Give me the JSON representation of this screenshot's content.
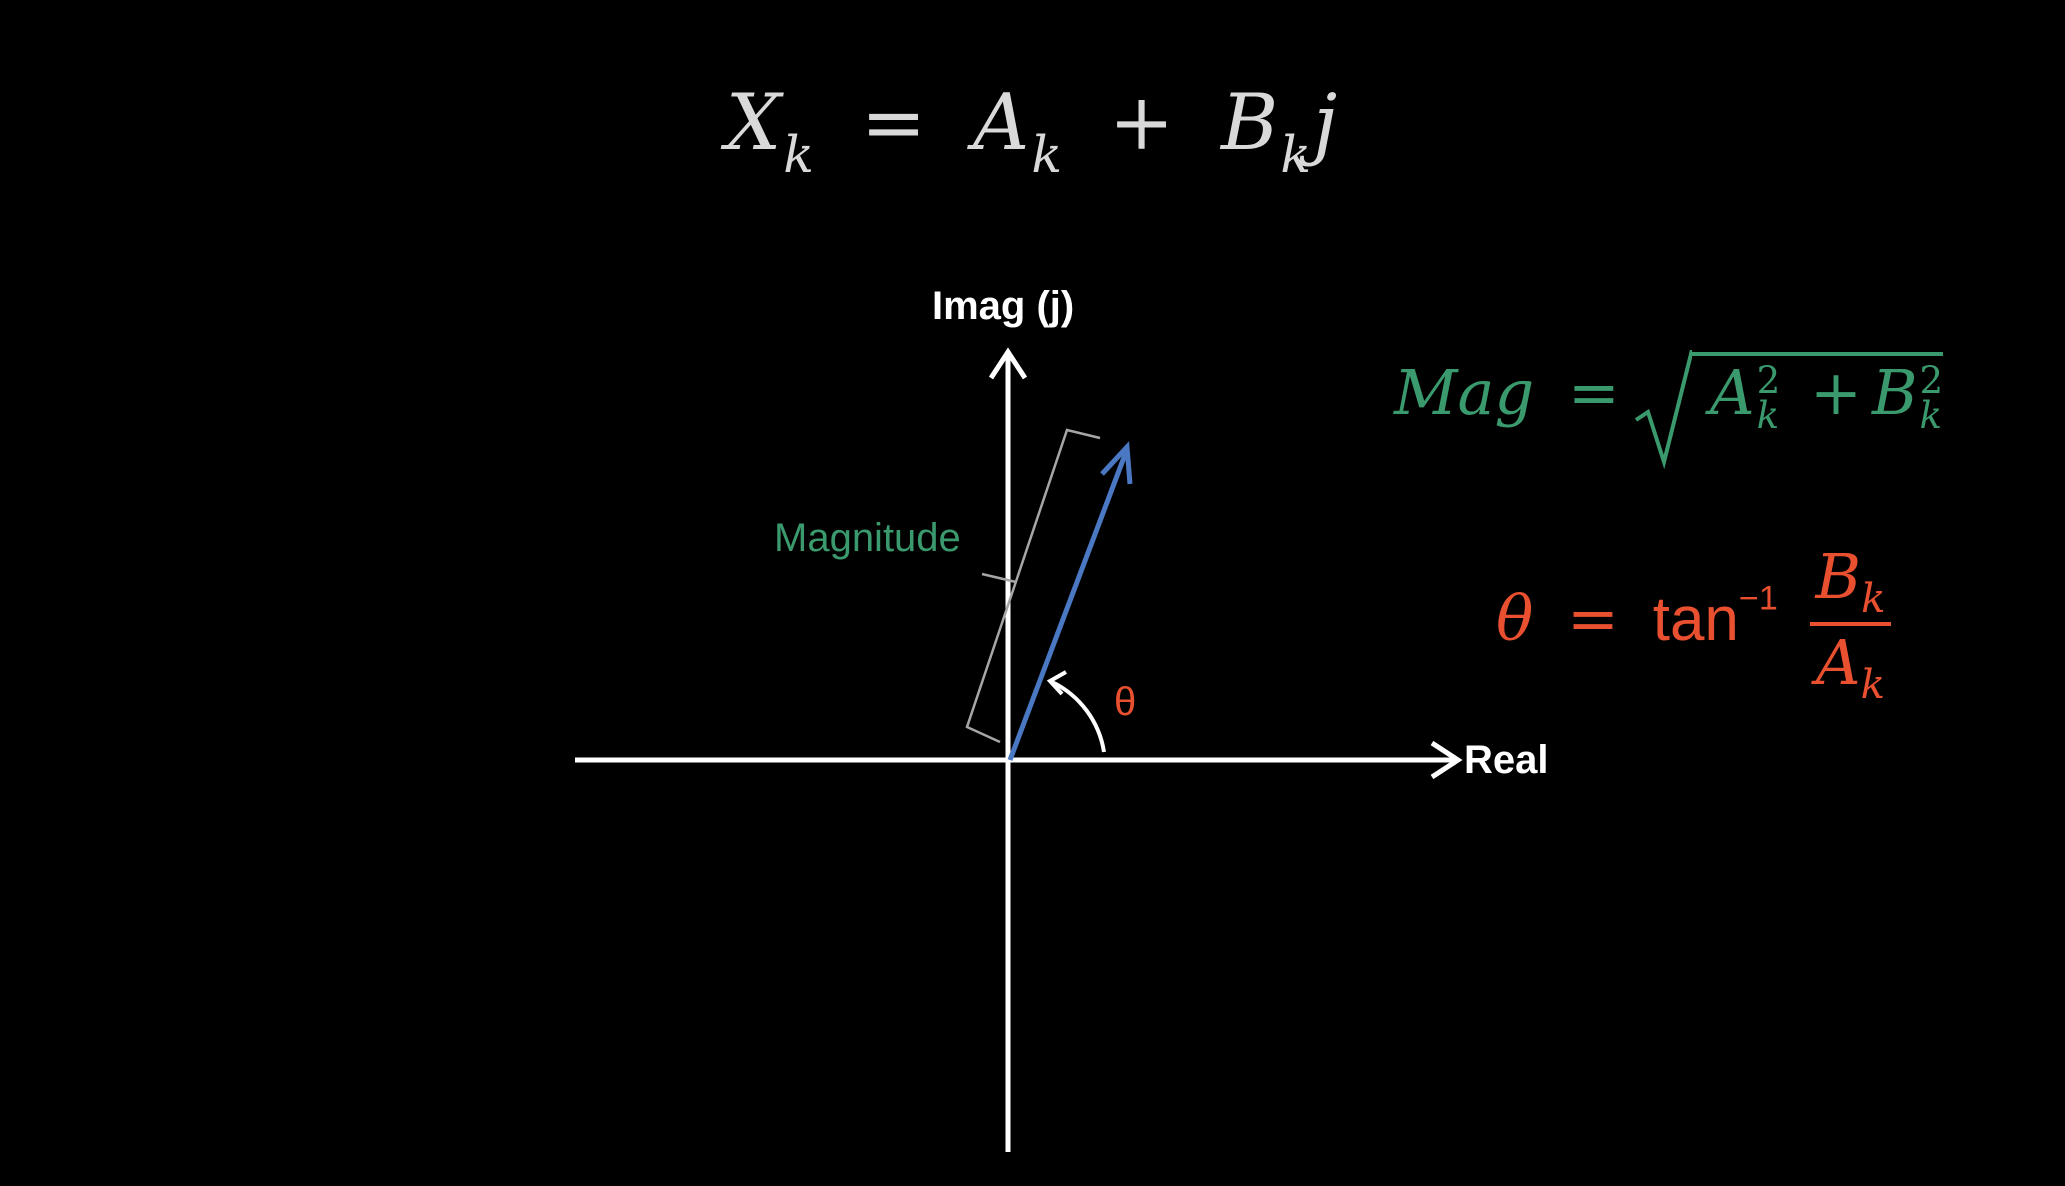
{
  "top_equation": {
    "lhs": "X",
    "lhs_sub": "k",
    "eq": "=",
    "t1": "A",
    "t1_sub": "k",
    "plus": "+",
    "t2": "B",
    "t2_sub": "k",
    "t2_suffix": "j"
  },
  "axes": {
    "y_label": "Imag (j)",
    "x_label": "Real"
  },
  "diagram_labels": {
    "magnitude": "Magnitude",
    "theta": "θ"
  },
  "mag_formula": {
    "lhs": "Mag",
    "eq": "=",
    "a": "A",
    "a_sup": "2",
    "a_sub": "k",
    "plus": "+",
    "b": "B",
    "b_sup": "2",
    "b_sub": "k"
  },
  "theta_formula": {
    "lhs": "θ",
    "eq": "=",
    "fn": "tan",
    "fn_sup": "−1",
    "num": "B",
    "num_sub": "k",
    "den": "A",
    "den_sub": "k"
  },
  "colors": {
    "background": "#000000",
    "axes": "#ffffff",
    "vector": "#4a78c2",
    "magnitude": "#3a9a6e",
    "angle": "#e8502f",
    "title": "#d9d9d9"
  }
}
